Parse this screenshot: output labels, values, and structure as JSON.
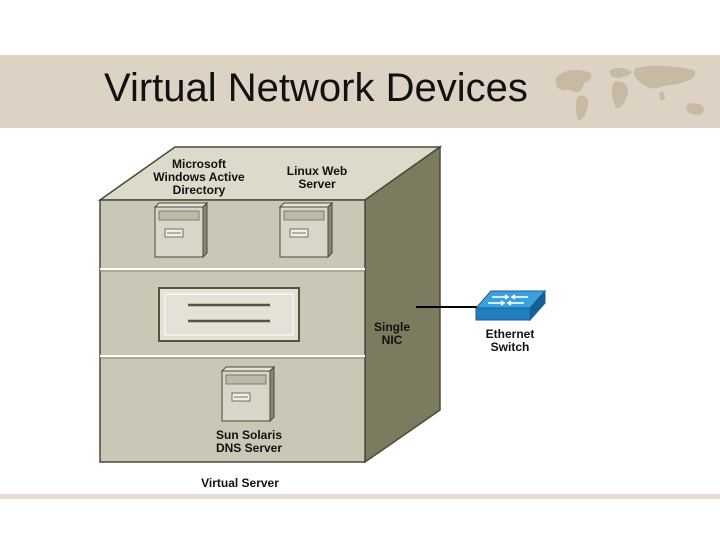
{
  "slide": {
    "title": "Virtual Network Devices"
  },
  "diagram": {
    "servers": [
      {
        "label": "Microsoft\nWindows Active\nDirectory"
      },
      {
        "label": "Linux Web\nServer"
      },
      {
        "label": "Sun Solaris\nDNS Server"
      }
    ],
    "nic_label": "Single\nNIC",
    "switch_label": "Ethernet\nSwitch",
    "virtual_server_label": "Virtual Server"
  },
  "colors": {
    "title_band": "#dcd3c4",
    "cabinet_face": "#c9c7b6",
    "cabinet_side": "#7d7b5f",
    "cabinet_top": "#dcdacb",
    "switch_blue": "#2a8fd0"
  }
}
